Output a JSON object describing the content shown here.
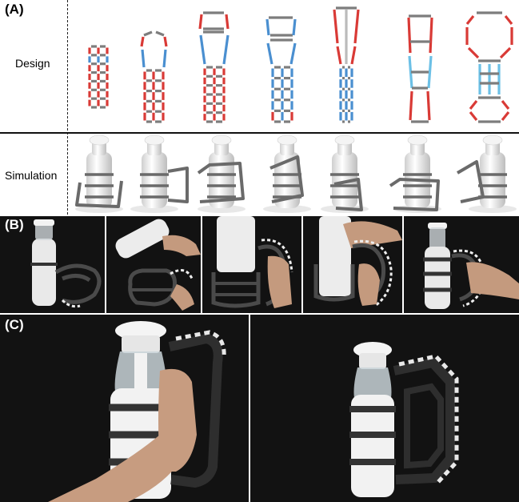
{
  "panels": {
    "a": {
      "label": "(A)",
      "rows": {
        "design": "Design",
        "simulation": "Simulation"
      }
    },
    "b": {
      "label": "(B)"
    },
    "c": {
      "label": "(C)"
    }
  },
  "colors": {
    "red": "#d93a36",
    "blue": "#4a8fd0",
    "light_blue": "#6cc0e6",
    "gray": "#7d7d7d",
    "photo_bg": "#121212"
  }
}
